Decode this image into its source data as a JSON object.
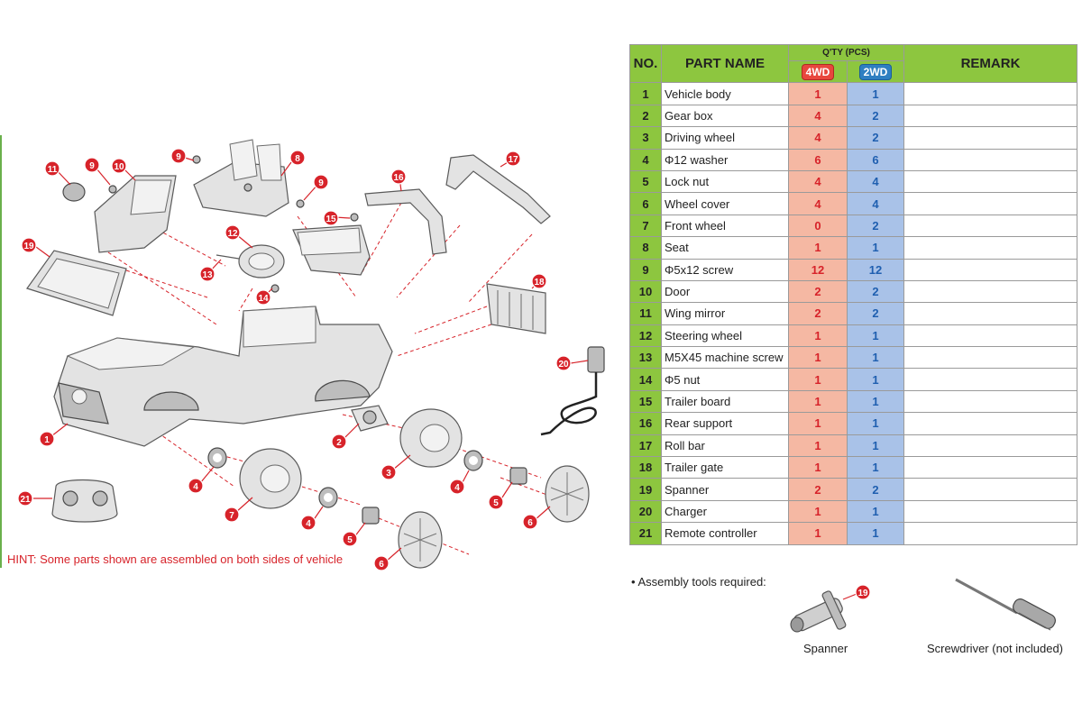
{
  "table": {
    "header_no": "NO.",
    "header_part_name": "PART NAME",
    "header_qty": "Q'TY (PCS)",
    "header_4wd": "4WD",
    "header_2wd": "2WD",
    "header_remark": "REMARK",
    "rows": [
      {
        "no": "1",
        "name": "Vehicle body",
        "q4": "1",
        "q2": "1",
        "remark": ""
      },
      {
        "no": "2",
        "name": "Gear box",
        "q4": "4",
        "q2": "2",
        "remark": ""
      },
      {
        "no": "3",
        "name": "Driving wheel",
        "q4": "4",
        "q2": "2",
        "remark": ""
      },
      {
        "no": "4",
        "name": "Φ12 washer",
        "q4": "6",
        "q2": "6",
        "remark": ""
      },
      {
        "no": "5",
        "name": "Lock nut",
        "q4": "4",
        "q2": "4",
        "remark": ""
      },
      {
        "no": "6",
        "name": "Wheel cover",
        "q4": "4",
        "q2": "4",
        "remark": ""
      },
      {
        "no": "7",
        "name": "Front wheel",
        "q4": "0",
        "q2": "2",
        "remark": ""
      },
      {
        "no": "8",
        "name": "Seat",
        "q4": "1",
        "q2": "1",
        "remark": ""
      },
      {
        "no": "9",
        "name": "Φ5x12 screw",
        "q4": "12",
        "q2": "12",
        "remark": ""
      },
      {
        "no": "10",
        "name": "Door",
        "q4": "2",
        "q2": "2",
        "remark": ""
      },
      {
        "no": "11",
        "name": "Wing mirror",
        "q4": "2",
        "q2": "2",
        "remark": ""
      },
      {
        "no": "12",
        "name": "Steering wheel",
        "q4": "1",
        "q2": "1",
        "remark": ""
      },
      {
        "no": "13",
        "name": "M5X45 machine screw",
        "q4": "1",
        "q2": "1",
        "remark": ""
      },
      {
        "no": "14",
        "name": "Φ5 nut",
        "q4": "1",
        "q2": "1",
        "remark": ""
      },
      {
        "no": "15",
        "name": "Trailer board",
        "q4": "1",
        "q2": "1",
        "remark": ""
      },
      {
        "no": "16",
        "name": "Rear support",
        "q4": "1",
        "q2": "1",
        "remark": ""
      },
      {
        "no": "17",
        "name": "Roll bar",
        "q4": "1",
        "q2": "1",
        "remark": ""
      },
      {
        "no": "18",
        "name": "Trailer gate",
        "q4": "1",
        "q2": "1",
        "remark": ""
      },
      {
        "no": "19",
        "name": "Spanner",
        "q4": "2",
        "q2": "2",
        "remark": ""
      },
      {
        "no": "20",
        "name": "Charger",
        "q4": "1",
        "q2": "1",
        "remark": ""
      },
      {
        "no": "21",
        "name": "Remote controller",
        "q4": "1",
        "q2": "1",
        "remark": ""
      }
    ]
  },
  "diagram": {
    "hint": "HINT: Some parts shown are assembled on both sides of vehicle",
    "callouts": [
      "1",
      "2",
      "3",
      "4",
      "4",
      "4",
      "5",
      "5",
      "6",
      "6",
      "7",
      "8",
      "9",
      "9",
      "9",
      "10",
      "11",
      "12",
      "13",
      "14",
      "15",
      "16",
      "17",
      "18",
      "19",
      "20",
      "21"
    ],
    "accent_color": "#d7232a"
  },
  "tools": {
    "label": "• Assembly tools required:",
    "spanner_label": "Spanner",
    "spanner_callout": "19",
    "screwdriver_label": "Screwdriver (not included)"
  },
  "colors": {
    "header_green": "#8dc63f",
    "col_4wd": "#f5b8a3",
    "col_2wd": "#a9c2e8",
    "callout_red": "#d7232a"
  }
}
